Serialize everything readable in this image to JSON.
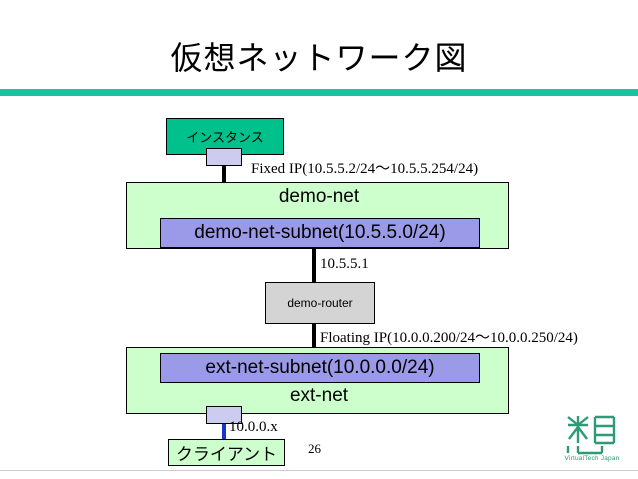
{
  "slide": {
    "title": "仮想ネットワーク図",
    "page_number": "26",
    "accent_color": "#17c4a0"
  },
  "diagram": {
    "nodes": [
      {
        "id": "instance",
        "label": "インスタンス",
        "fill": "#00c08b",
        "kind": "compute-instance"
      },
      {
        "id": "demo-net",
        "label": "demo-net",
        "fill": "#ccffcc",
        "kind": "network"
      },
      {
        "id": "demo-net-subnet",
        "label": "demo-net-subnet(10.5.5.0/24)",
        "fill": "#9a9ae8",
        "kind": "subnet"
      },
      {
        "id": "demo-router",
        "label": "demo-router",
        "fill": "#d4d4d4",
        "kind": "router"
      },
      {
        "id": "ext-net-subnet",
        "label": "ext-net-subnet(10.0.0.0/24)",
        "fill": "#9a9ae8",
        "kind": "subnet"
      },
      {
        "id": "ext-net",
        "label": "ext-net",
        "fill": "#ccffcc",
        "kind": "network"
      },
      {
        "id": "client",
        "label": "クライアント",
        "fill": "#ccffcc",
        "kind": "client"
      }
    ],
    "annotations": [
      {
        "id": "fixed-ip",
        "text": "Fixed IP(10.5.5.2/24〜10.5.5.254/24)"
      },
      {
        "id": "router-gateway-ip",
        "text": "10.5.5.1"
      },
      {
        "id": "floating-ip",
        "text": "Floating IP(10.0.0.200/24〜10.0.0.250/24)"
      },
      {
        "id": "client-ip",
        "text": "10.0.0.x"
      }
    ],
    "ports": [
      {
        "id": "instance-port",
        "fill": "#ccccf0"
      },
      {
        "id": "client-port",
        "fill": "#ccccf0"
      }
    ],
    "links": [
      {
        "id": "instance-to-demo-net",
        "color": "#000000"
      },
      {
        "id": "demo-net-to-router",
        "color": "#000000"
      },
      {
        "id": "router-to-ext-net",
        "color": "#000000"
      },
      {
        "id": "ext-net-to-port",
        "color": "#1a33cc"
      },
      {
        "id": "port-to-client",
        "color": "#1a33cc"
      }
    ]
  },
  "branding": {
    "name": "VirtualTech Japan",
    "color": "#2e9b74"
  }
}
